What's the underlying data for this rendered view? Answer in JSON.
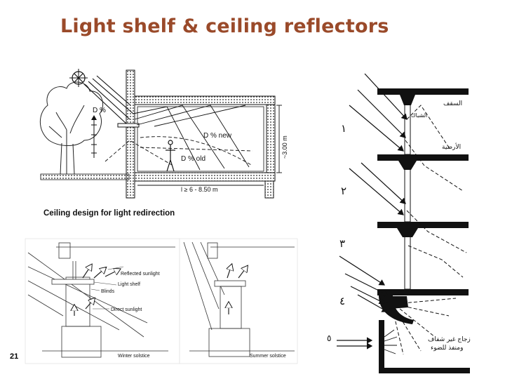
{
  "slide": {
    "title": "Light shelf & ceiling reflectors",
    "number": "21"
  },
  "figure_top": {
    "caption": "Ceiling design for light redirection",
    "labels": {
      "d_percent": "D %",
      "d_new": "D % new",
      "d_old": "D % old",
      "height": "~3.00 m",
      "depth": "l ≥ 6 - 8.50 m"
    }
  },
  "figure_winter": {
    "labels": {
      "reflected": "Reflected sunlight",
      "light_shelf": "Light shelf",
      "blinds": "Blinds",
      "direct": "Direct sunlight",
      "season": "Winter solstice"
    }
  },
  "figure_summer": {
    "labels": {
      "season": "Summer solstice"
    }
  },
  "figure_right": {
    "labels": {
      "ceiling": "السقف",
      "window": "الشباك",
      "floor": "الأرضية",
      "glass_line1": "زجاج غير شفاف",
      "glass_line2": "ومنفذ للضوء",
      "n1": "١",
      "n2": "٢",
      "n3": "٣",
      "n4": "٤",
      "n5": "٥"
    }
  }
}
